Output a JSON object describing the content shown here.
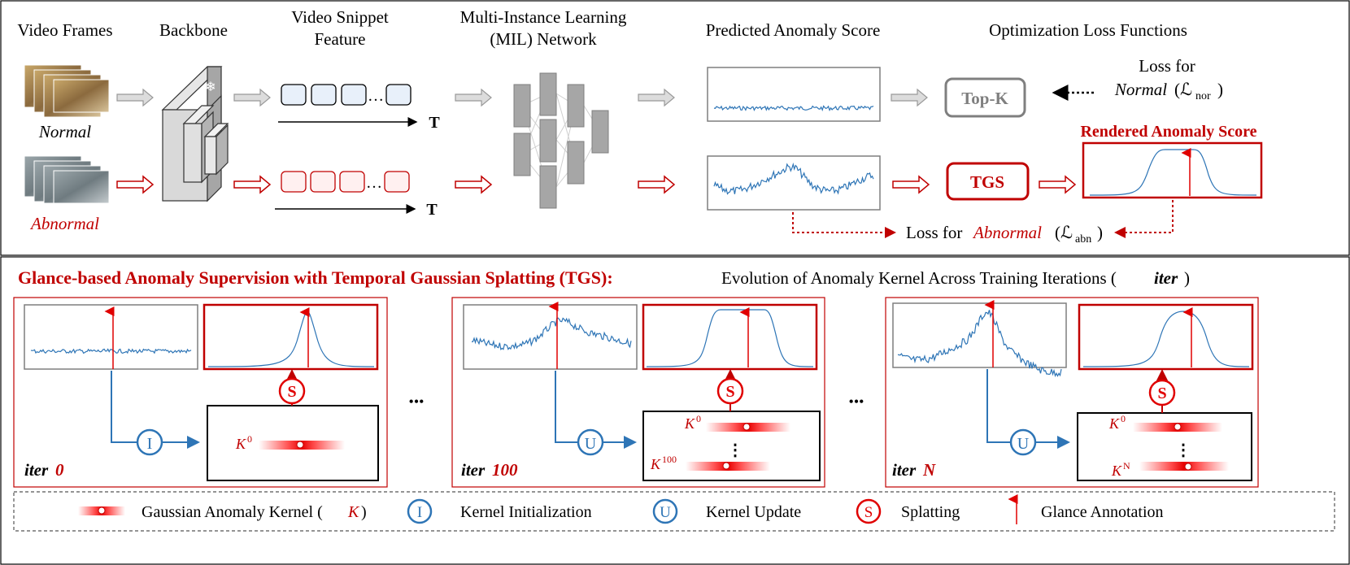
{
  "colors": {
    "red": "#c00000",
    "blue": "#2e75b6",
    "gray": "#7f7f7f",
    "light_red": "#ff6b6b",
    "snippet_fill": "#e8f0fa"
  },
  "top": {
    "headers": {
      "frames": "Video Frames",
      "backbone": "Backbone",
      "snippet_line1": "Video Snippet",
      "snippet_line2": "Feature",
      "mil_line1": "Multi-Instance Learning",
      "mil_line2": "(MIL) Network",
      "predicted": "Predicted Anomaly Score",
      "loss_funcs": "Optimization Loss Functions"
    },
    "normal_label": "Normal",
    "abnormal_label": "Abnormal",
    "ellipsis": "…",
    "t_label": "T",
    "topk_label": "Top-K",
    "tgs_label": "TGS",
    "rendered_label": "Rendered Anomaly Score",
    "loss_normal_line1": "Loss for",
    "loss_normal_word": "Normal",
    "loss_normal_formula": "(ℒ",
    "loss_normal_sub": "nor",
    "loss_normal_close": ")",
    "loss_abn_prefix": "Loss for",
    "loss_abn_word": "Abnormal",
    "loss_abn_formula": "(ℒ",
    "loss_abn_sub": "abn",
    "loss_abn_close": ")",
    "snowflake": "❄"
  },
  "bottom": {
    "title_red": "Glance-based  Anomaly Supervision with Temporal Gaussian Splatting (TGS):",
    "title_black": "Evolution of Anomaly Kernel Across Training Iterations (",
    "title_iter": "iter",
    "title_close": ")",
    "panel0_iter": "iter",
    "panel0_num": "0",
    "panel1_iter": "iter",
    "panel1_num": "100",
    "panel2_iter": "iter",
    "panel2_num": "N",
    "circle_I": "I",
    "circle_U": "U",
    "circle_S": "S",
    "dots": "•••",
    "vdots": "⋮",
    "kernel_K": "K",
    "k0_sup": "0",
    "k100_sup": "100",
    "kN_sup": "N"
  },
  "legend": {
    "kernel_label": "Gaussian Anomaly Kernel (",
    "kernel_K": "K",
    "kernel_close": ")",
    "init_label": "Kernel Initialization",
    "update_label": "Kernel Update",
    "splat_label": "Splatting",
    "glance_label": "Glance Annotation"
  }
}
